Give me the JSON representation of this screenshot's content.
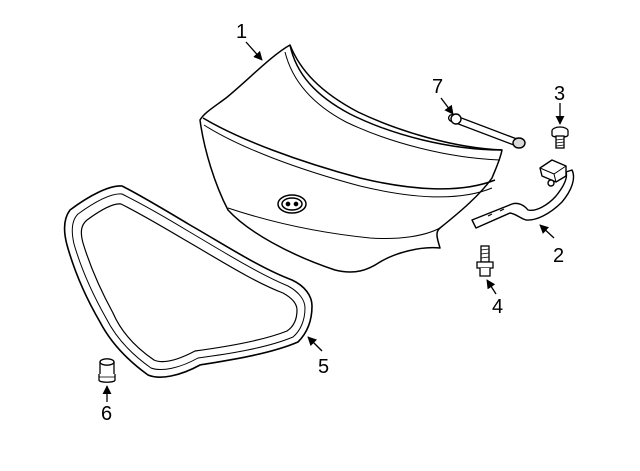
{
  "diagram": {
    "callouts": {
      "c1": "1",
      "c2": "2",
      "c3": "3",
      "c4": "4",
      "c5": "5",
      "c6": "6",
      "c7": "7"
    },
    "colors": {
      "line": "#000000",
      "part_fill": "#ffffff",
      "shade": "#d9d9d9",
      "background": "#ffffff"
    }
  }
}
